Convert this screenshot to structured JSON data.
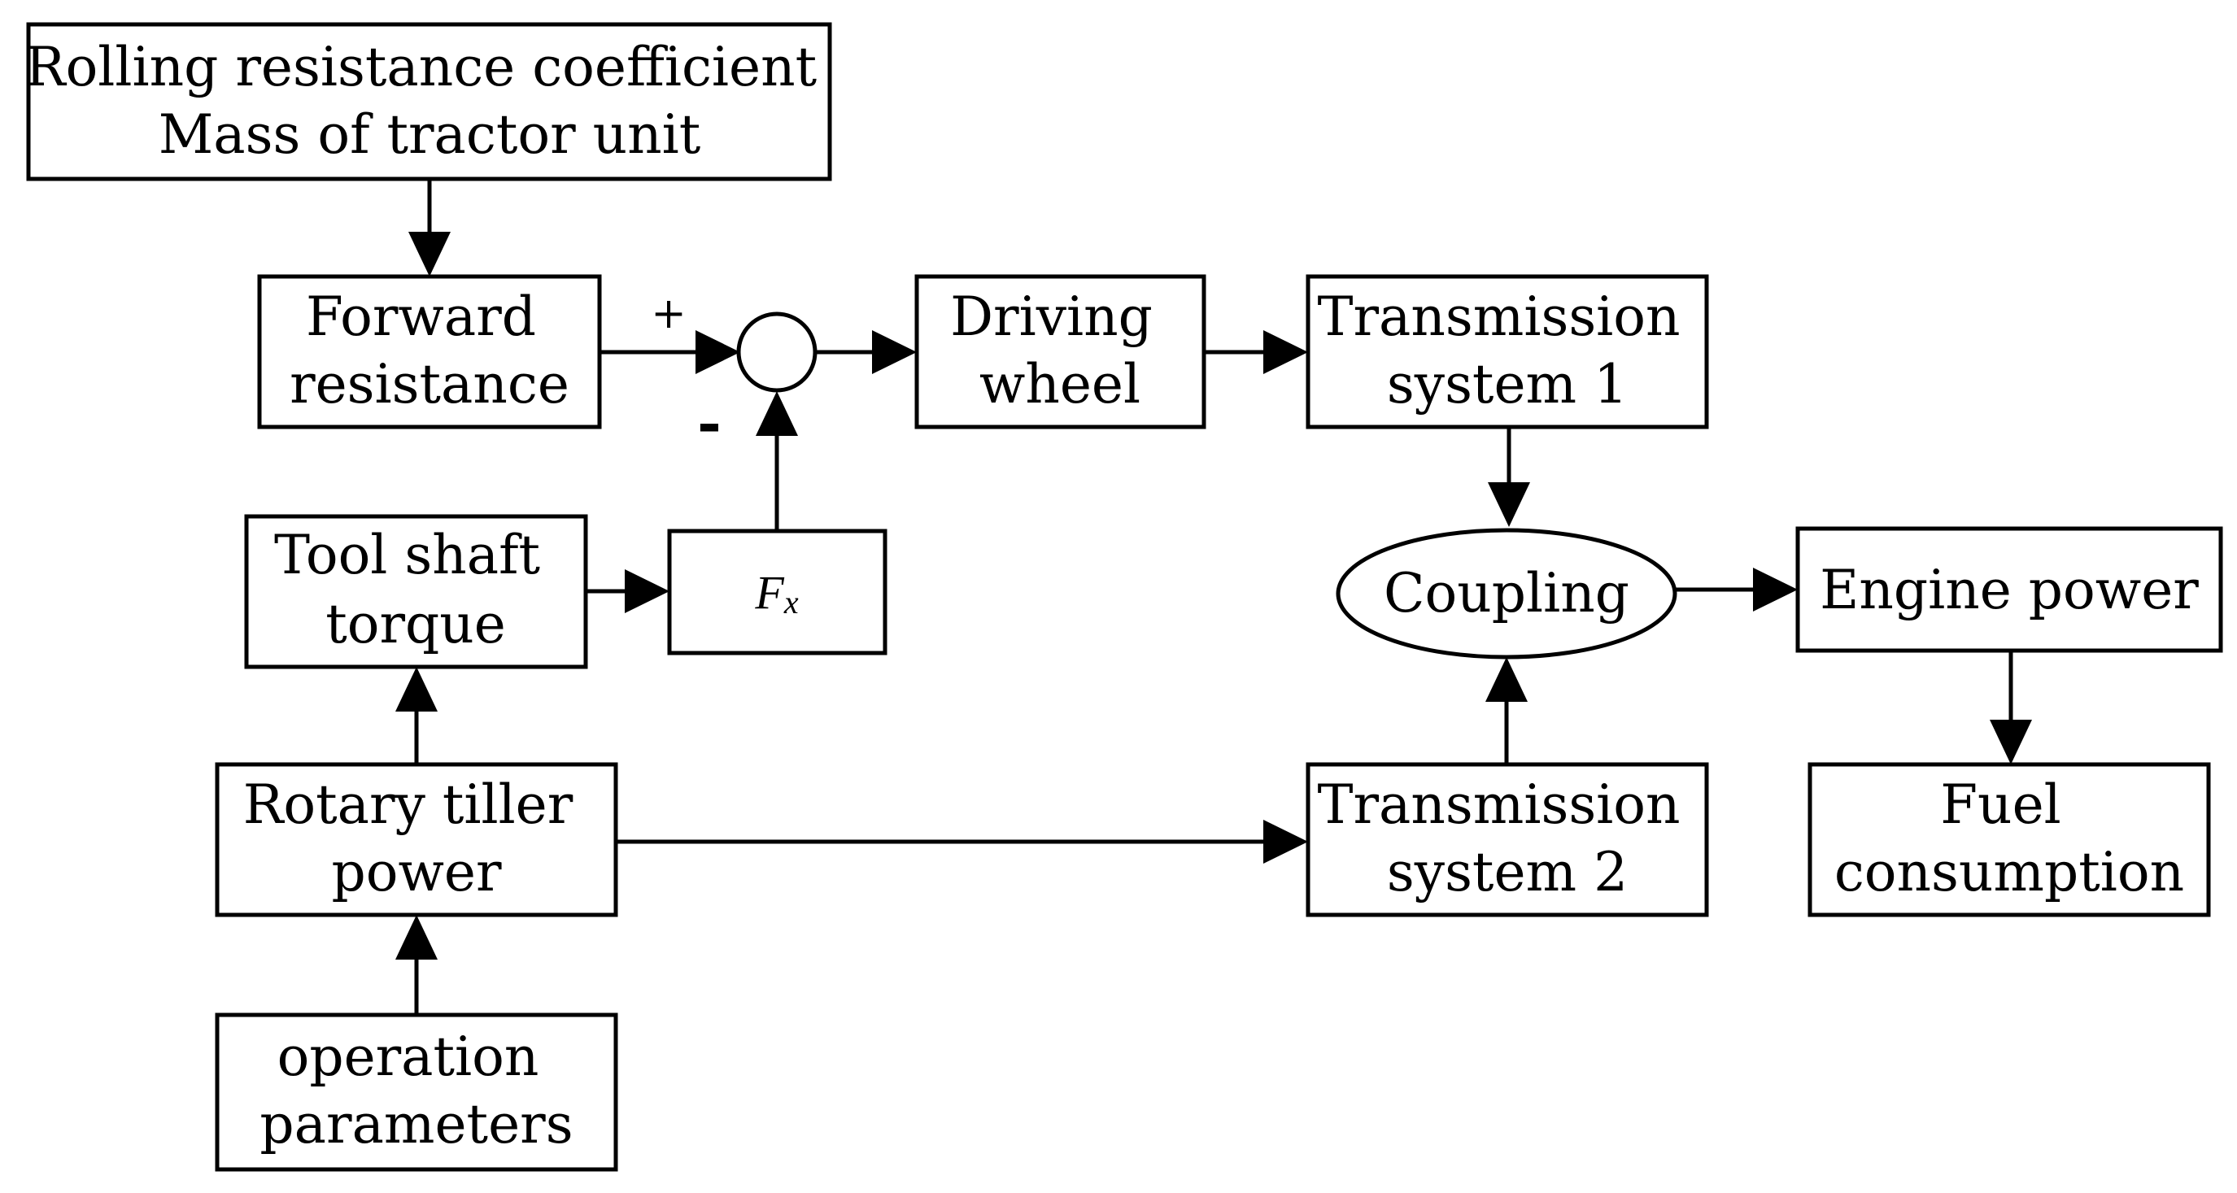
{
  "nodes": {
    "rolling": {
      "lines": [
        "Rolling resistance coefficient",
        "Mass of tractor unit"
      ]
    },
    "forward": {
      "lines": [
        "Forward",
        "resistance"
      ]
    },
    "driving": {
      "lines": [
        "Driving",
        "wheel"
      ]
    },
    "trans1": {
      "lines": [
        "Transmission",
        "system 1"
      ]
    },
    "tool": {
      "lines": [
        "Tool shaft",
        "torque"
      ]
    },
    "fx": {
      "symbol": "F",
      "subscript": "x"
    },
    "coupling": {
      "lines": [
        "Coupling"
      ]
    },
    "engine": {
      "lines": [
        "Engine power"
      ]
    },
    "rotary": {
      "lines": [
        "Rotary tiller",
        "power"
      ]
    },
    "trans2": {
      "lines": [
        "Transmission",
        "system 2"
      ]
    },
    "fuel": {
      "lines": [
        "Fuel",
        "consumption"
      ]
    },
    "operation": {
      "lines": [
        "operation",
        "parameters"
      ]
    }
  },
  "summing_junction": {
    "plus_sign": "+",
    "minus_sign": "-"
  }
}
